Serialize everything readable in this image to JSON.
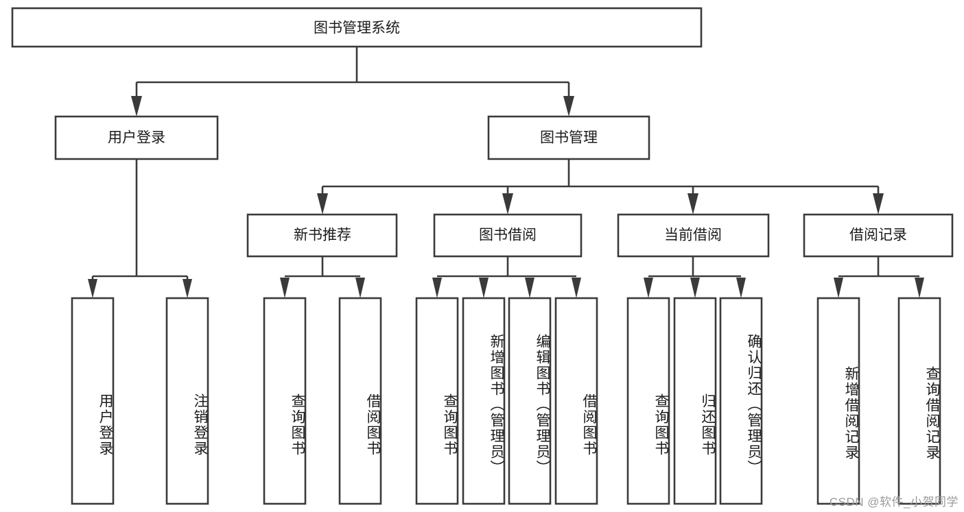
{
  "diagram": {
    "title": "图书管理系统",
    "type": "tree-hierarchy",
    "watermark": "CSDN @软件_小贺同学",
    "colors": {
      "stroke": "#3a3a3a",
      "fill": "#ffffff",
      "text": "#1b1b1b",
      "watermark": "#9a9a9a",
      "background": "#ffffff"
    },
    "root": {
      "label": "图书管理系统"
    },
    "level2": [
      {
        "label": "用户登录"
      },
      {
        "label": "图书管理"
      }
    ],
    "level3": [
      {
        "label": "新书推荐"
      },
      {
        "label": "图书借阅"
      },
      {
        "label": "当前借阅"
      },
      {
        "label": "借阅记录"
      }
    ],
    "leaves": {
      "user_login": [
        {
          "label": "用户登录"
        },
        {
          "label": "注销登录"
        }
      ],
      "new_book_recommend": [
        {
          "label": "查询图书"
        },
        {
          "label": "借阅图书"
        }
      ],
      "book_borrow": [
        {
          "label": "查询图书"
        },
        {
          "label": "新增图书（管理员）"
        },
        {
          "label": "编辑图书（管理员）"
        },
        {
          "label": "借阅图书"
        }
      ],
      "current_borrow": [
        {
          "label": "查询图书"
        },
        {
          "label": "归还图书"
        },
        {
          "label": "确认归还（管理员）"
        }
      ],
      "borrow_record": [
        {
          "label": "新增借阅记录"
        },
        {
          "label": "查询借阅记录"
        }
      ]
    }
  }
}
